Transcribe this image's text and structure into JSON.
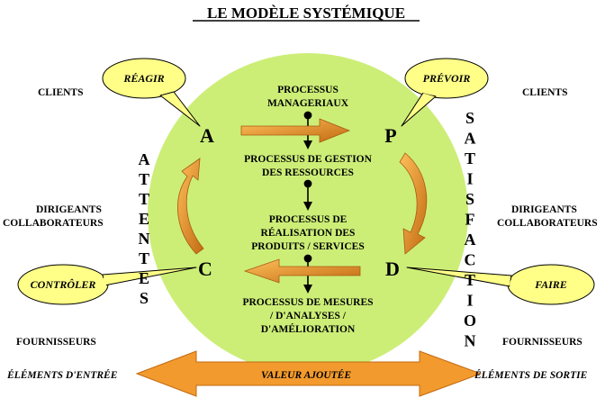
{
  "title": "LE MODÈLE SYSTÉMIQUE",
  "processes": [
    {
      "lines": [
        "PROCESSUS",
        "MANAGERIAUX"
      ]
    },
    {
      "lines": [
        "PROCESSUS DE GESTION",
        "DES RESSOURCES"
      ]
    },
    {
      "lines": [
        "PROCESSUS DE",
        "RÉALISATION DES",
        "PRODUITS / SERVICES"
      ]
    },
    {
      "lines": [
        "PROCESSUS DE MESURES",
        "/ D'ANALYSES /",
        "D'AMÉLIORATION"
      ]
    }
  ],
  "cycle": {
    "letters": {
      "a": "A",
      "p": "P",
      "d": "D",
      "c": "C"
    },
    "callouts": {
      "reagir": "RÉAGIR",
      "prevoir": "PRÉVOIR",
      "faire": "FAIRE",
      "controler": "CONTRÔLER"
    }
  },
  "left": {
    "vertical": "ATTENTES",
    "clients": "CLIENTS",
    "dirigeants": "DIRIGEANTS",
    "collaborateurs": "COLLABORATEURS",
    "fournisseurs": "FOURNISSEURS",
    "elements": "ÉLÉMENTS D'ENTRÉE"
  },
  "right": {
    "vertical": "SATISFACTION",
    "clients": "CLIENTS",
    "dirigeants": "DIRIGEANTS",
    "collaborateurs": "COLLABORATEURS",
    "fournisseurs": "FOURNISSEURS",
    "elements": "ÉLÉMENTS DE SORTIE"
  },
  "valeur_ajoutee": "VALEUR AJOUTÉE",
  "colors": {
    "circle": "#ccee77",
    "callout": "#ffff88",
    "arrow": "#f29a2e",
    "arrow_dark": "#b86410"
  }
}
